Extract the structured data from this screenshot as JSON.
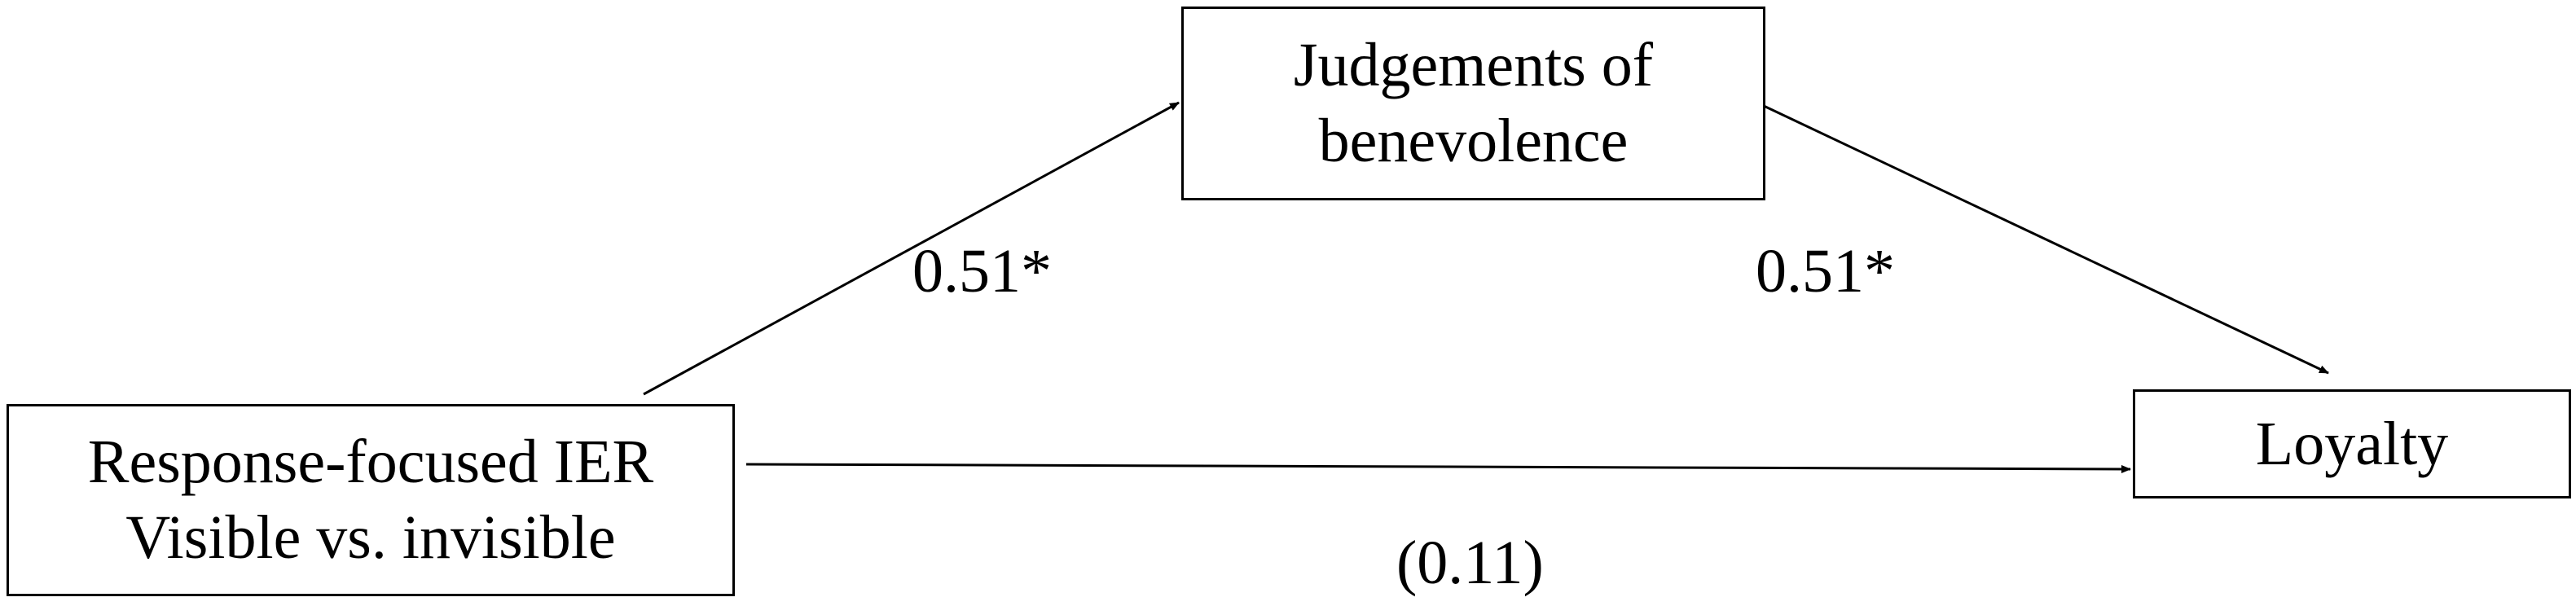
{
  "diagram": {
    "nodes": {
      "mediator": {
        "line1": "Judgements of",
        "line2": "benevolence"
      },
      "predictor": {
        "line1": "Response-focused IER",
        "line2": "Visible vs. invisible"
      },
      "outcome": {
        "line1": "Loyalty"
      }
    },
    "paths": {
      "a": {
        "from": "predictor",
        "to": "mediator",
        "label": "0.51*"
      },
      "b": {
        "from": "mediator",
        "to": "outcome",
        "label": "0.51*"
      },
      "c": {
        "from": "predictor",
        "to": "outcome",
        "label": "(0.11)"
      }
    },
    "colors": {
      "stroke": "#000000",
      "background": "#ffffff"
    }
  }
}
